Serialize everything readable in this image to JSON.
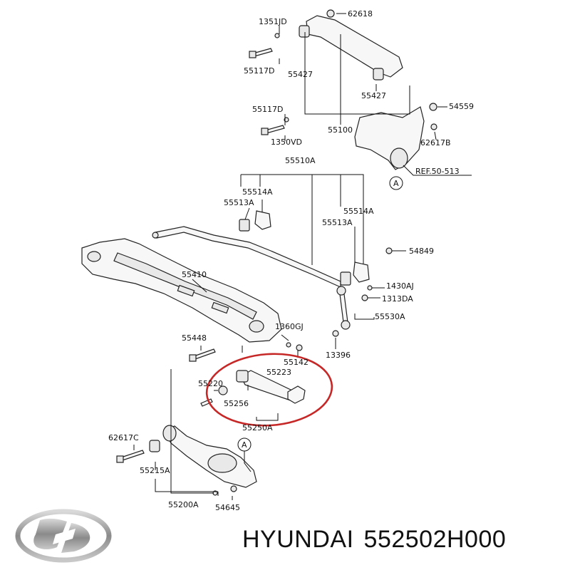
{
  "diagram": {
    "part_labels": {
      "p62618": "62618",
      "p1351JD": "1351JD",
      "p55117D_a": "55117D",
      "p55427_a": "55427",
      "p55427_b": "55427",
      "p55117D_b": "55117D",
      "p55100": "55100",
      "p1350VD": "1350VD",
      "p54559": "54559",
      "p62617B": "62617B",
      "ref": "REF.50-513",
      "refA_top": "A",
      "p55510A": "55510A",
      "p55514A_a": "55514A",
      "p55513A_a": "55513A",
      "p55514A_b": "55514A",
      "p55513A_b": "55513A",
      "p54849": "54849",
      "p55410": "55410",
      "p1430AJ": "1430AJ",
      "p1313DA": "1313DA",
      "p55530A": "55530A",
      "p55448": "55448",
      "p1360GJ": "1360GJ",
      "p13396": "13396",
      "p55142": "55142",
      "p55223": "55223",
      "p55220": "55220",
      "p55256": "55256",
      "p55250A": "55250A",
      "p62617C": "62617C",
      "refA_bottom": "A",
      "p55215A": "55215A",
      "p55200A": "55200A",
      "p54645": "54645"
    },
    "highlight_color": "#c62828"
  },
  "footer": {
    "brand": "HYUNDAI",
    "part_number": "552502H000",
    "logo_icon": "hyundai-logo-icon"
  }
}
